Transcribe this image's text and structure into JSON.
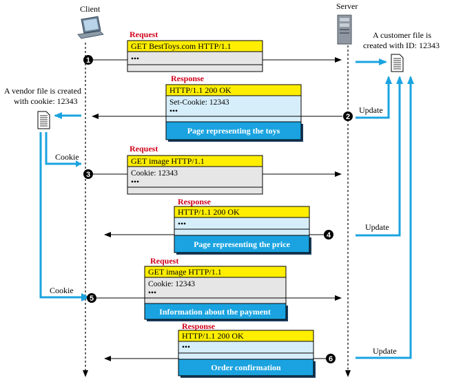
{
  "labels": {
    "client": "Client",
    "server": "Server",
    "customer_file_line1": "A customer file is",
    "customer_file_line2": "created with ID: 12343",
    "vendor_file_line1": "A vendor file is created",
    "vendor_file_line2": "with cookie: 12343",
    "cookie1": "Cookie",
    "cookie2": "Cookie",
    "update1": "Update",
    "update2": "Update",
    "update3": "Update"
  },
  "messages": [
    {
      "step": "1",
      "kind": "Request",
      "header": "GET   BestToys.com  HTTP/1.1",
      "lines": [
        "•••"
      ],
      "body": ""
    },
    {
      "step": "2",
      "kind": "Response",
      "header": "HTTP/1.1   200  OK",
      "lines": [
        "Set-Cookie: 12343",
        "•••"
      ],
      "body": "Page representing the toys"
    },
    {
      "step": "3",
      "kind": "Request",
      "header": "GET   image  HTTP/1.1",
      "lines": [
        "Cookie: 12343",
        "•••"
      ],
      "body": ""
    },
    {
      "step": "4",
      "kind": "Response",
      "header": "HTTP/1.1   200  OK",
      "lines": [
        "•••"
      ],
      "body": "Page representing the price"
    },
    {
      "step": "5",
      "kind": "Request",
      "header": "GET   image  HTTP/1.1",
      "lines": [
        "Cookie: 12343",
        "•••"
      ],
      "body": "Information about the payment"
    },
    {
      "step": "6",
      "kind": "Response",
      "header": "HTTP/1.1   200  OK",
      "lines": [
        "•••"
      ],
      "body": "Order confirmation"
    }
  ],
  "colors": {
    "header_fill": "#ffee00",
    "request_body": "#e6e6e6",
    "response_body": "#d6eefa",
    "blue_bar": "#1aa3e0",
    "flow_line": "#1aa3e0"
  },
  "icons": [
    "laptop-icon",
    "server-icon",
    "file-icon"
  ]
}
